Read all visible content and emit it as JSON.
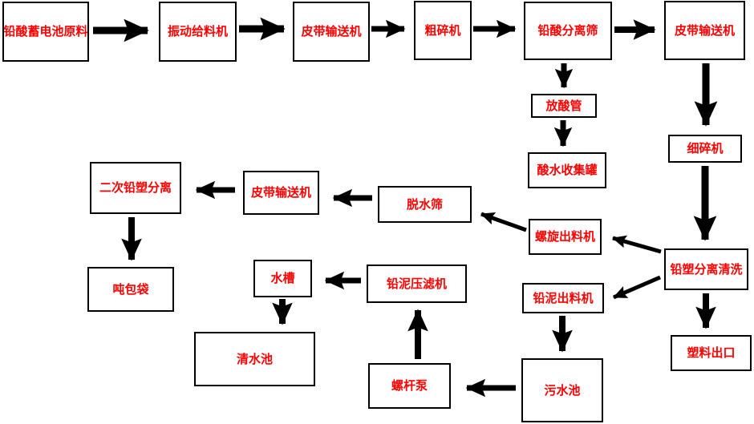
{
  "diagram": {
    "kind": "process-flowchart",
    "language": "zh-CN",
    "colors": {
      "background": "#FFFFFF",
      "box_border": "#000000",
      "label_text": "#FF0000",
      "arrow": "#000000"
    }
  },
  "nodes": [
    {
      "id": "raw_material",
      "label": "铅酸蓄电池原料"
    },
    {
      "id": "vibrating_feeder",
      "label": "振动给料机"
    },
    {
      "id": "belt_conveyor_1",
      "label": "皮带输送机"
    },
    {
      "id": "coarse_crusher",
      "label": "粗碎机"
    },
    {
      "id": "lead_acid_screen",
      "label": "铅酸分离筛"
    },
    {
      "id": "belt_conveyor_2",
      "label": "皮带输送机"
    },
    {
      "id": "acid_discharge_pipe",
      "label": "放酸管"
    },
    {
      "id": "acid_water_tank",
      "label": "酸水收集罐"
    },
    {
      "id": "fine_crusher",
      "label": "细碎机"
    },
    {
      "id": "separation_cleaning",
      "label": "铅塑分离清洗"
    },
    {
      "id": "plastic_outlet",
      "label": "塑料出口"
    },
    {
      "id": "secondary_separation",
      "label": "二次铅塑分离"
    },
    {
      "id": "belt_conveyor_3",
      "label": "皮带输送机"
    },
    {
      "id": "dewatering_screen",
      "label": "脱水筛"
    },
    {
      "id": "screw_discharger",
      "label": "螺旋出料机"
    },
    {
      "id": "lead_mud_discharger",
      "label": "铅泥出料机"
    },
    {
      "id": "ton_bag",
      "label": "吨包袋"
    },
    {
      "id": "water_tank",
      "label": "水槽"
    },
    {
      "id": "lead_mud_filter_press",
      "label": "铅泥压滤机"
    },
    {
      "id": "clean_water_pool",
      "label": "清水池"
    },
    {
      "id": "screw_pump",
      "label": "螺杆泵"
    },
    {
      "id": "sewage_pool",
      "label": "污水池"
    }
  ],
  "edges": [
    {
      "from": "raw_material",
      "to": "vibrating_feeder"
    },
    {
      "from": "vibrating_feeder",
      "to": "belt_conveyor_1"
    },
    {
      "from": "belt_conveyor_1",
      "to": "coarse_crusher"
    },
    {
      "from": "coarse_crusher",
      "to": "lead_acid_screen"
    },
    {
      "from": "lead_acid_screen",
      "to": "belt_conveyor_2"
    },
    {
      "from": "lead_acid_screen",
      "to": "acid_discharge_pipe"
    },
    {
      "from": "acid_discharge_pipe",
      "to": "acid_water_tank"
    },
    {
      "from": "belt_conveyor_2",
      "to": "fine_crusher"
    },
    {
      "from": "fine_crusher",
      "to": "separation_cleaning"
    },
    {
      "from": "separation_cleaning",
      "to": "screw_discharger"
    },
    {
      "from": "separation_cleaning",
      "to": "lead_mud_discharger"
    },
    {
      "from": "separation_cleaning",
      "to": "plastic_outlet"
    },
    {
      "from": "screw_discharger",
      "to": "dewatering_screen"
    },
    {
      "from": "dewatering_screen",
      "to": "belt_conveyor_3"
    },
    {
      "from": "belt_conveyor_3",
      "to": "secondary_separation"
    },
    {
      "from": "secondary_separation",
      "to": "ton_bag"
    },
    {
      "from": "lead_mud_discharger",
      "to": "sewage_pool"
    },
    {
      "from": "sewage_pool",
      "to": "screw_pump"
    },
    {
      "from": "screw_pump",
      "to": "lead_mud_filter_press"
    },
    {
      "from": "lead_mud_filter_press",
      "to": "water_tank"
    },
    {
      "from": "water_tank",
      "to": "clean_water_pool"
    }
  ]
}
